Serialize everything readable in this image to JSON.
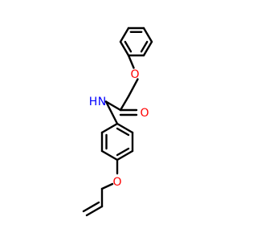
{
  "molecule": {
    "atom_labels": {
      "ether_oxygen_top": "O",
      "carbonyl_oxygen": "O",
      "amide_nitrogen": "N",
      "amide_hydrogen": "H",
      "ether_oxygen_bottom": "O"
    }
  },
  "colors": {
    "background": "#ffffff",
    "bond": "#000000",
    "oxygen": "#ff0000",
    "nitrogen": "#0000ff"
  }
}
